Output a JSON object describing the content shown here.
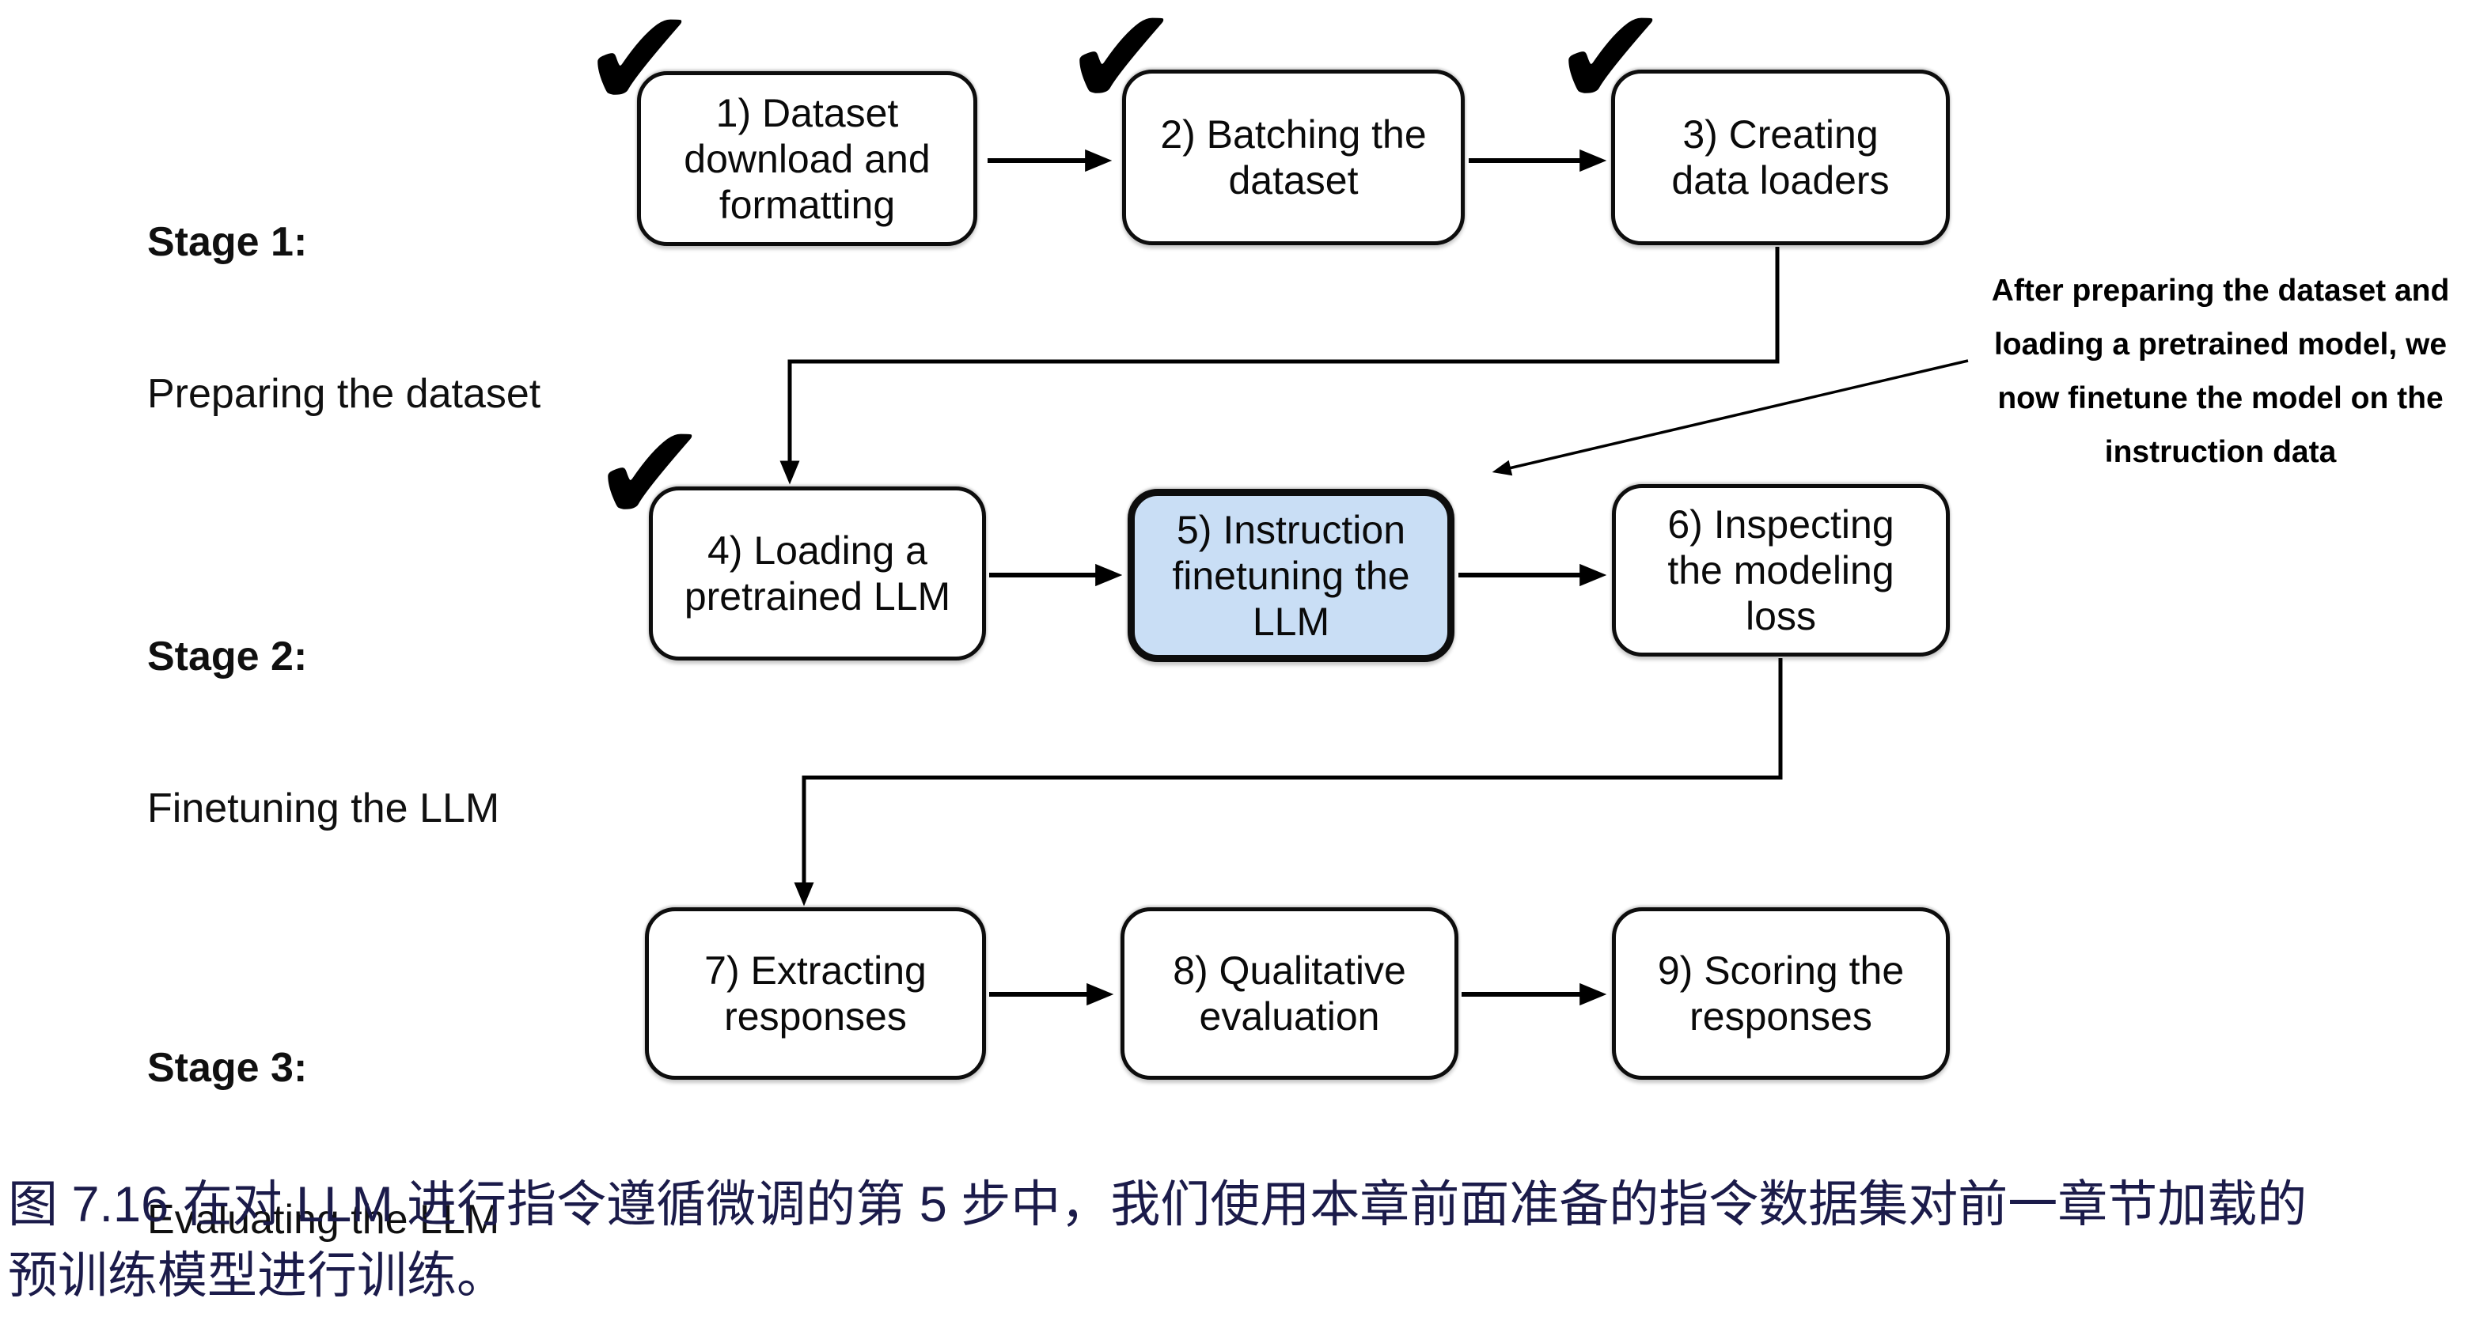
{
  "figure": {
    "check_glyph": "✔",
    "stages": [
      {
        "title": "Stage 1:",
        "subtitle": "Preparing the dataset"
      },
      {
        "title": "Stage 2:",
        "subtitle": "Finetuning the LLM"
      },
      {
        "title": "Stage 3:",
        "subtitle": "Evaluating the LLM"
      }
    ],
    "boxes": [
      {
        "label": "1) Dataset\ndownload and\nformatting",
        "checked": true,
        "highlighted": false
      },
      {
        "label": "2) Batching the\ndataset",
        "checked": true,
        "highlighted": false
      },
      {
        "label": "3) Creating\ndata loaders",
        "checked": true,
        "highlighted": false
      },
      {
        "label": "4) Loading a\npretrained LLM",
        "checked": true,
        "highlighted": false
      },
      {
        "label": "5) Instruction\nfinetuning the\nLLM",
        "checked": false,
        "highlighted": true
      },
      {
        "label": "6) Inspecting\nthe modeling\nloss",
        "checked": false,
        "highlighted": false
      },
      {
        "label": "7) Extracting\nresponses",
        "checked": false,
        "highlighted": false
      },
      {
        "label": "8) Qualitative\nevaluation",
        "checked": false,
        "highlighted": false
      },
      {
        "label": "9) Scoring the\nresponses",
        "checked": false,
        "highlighted": false
      }
    ],
    "annotation": {
      "text": "After preparing the dataset and\nloading a pretrained model, we\nnow finetune the model on the\ninstruction data"
    },
    "caption": {
      "text": "图 7.16 在对 LLM 进行指令遵循微调的第 5 步中，我们使用本章前面准备的指令数据集对前一章节加载的\n预训练模型进行训练。"
    },
    "colors": {
      "highlight_fill": "#c9def5",
      "caption_text": "#1b1b4a",
      "line_color": "#000000"
    }
  }
}
